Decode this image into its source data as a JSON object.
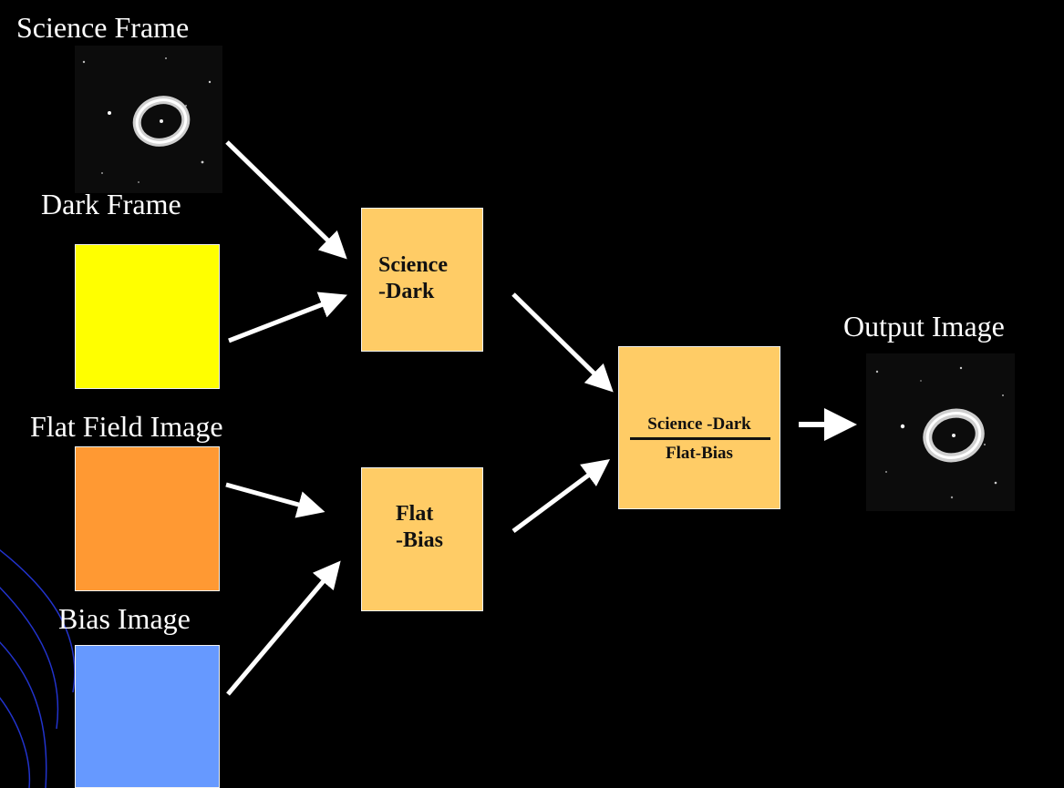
{
  "labels": {
    "science_frame": "Science Frame",
    "dark_frame": "Dark Frame",
    "flat_field_image": "Flat Field Image",
    "bias_image": "Bias Image",
    "output_image": "Output Image"
  },
  "process_boxes": {
    "science_minus_dark": {
      "line1": "Science",
      "line2": "-Dark"
    },
    "flat_minus_bias": {
      "line1": "Flat",
      "line2": "-Bias"
    },
    "final": {
      "numerator": "Science -Dark",
      "denominator": "Flat-Bias"
    }
  },
  "images": {
    "science_frame": {
      "depicts": "ring nebula grayscale photograph"
    },
    "output_image": {
      "depicts": "ring nebula grayscale photograph, corrected"
    }
  },
  "colors": {
    "background": "#000000",
    "dark_frame": "#FFFF00",
    "flat_field": "#FF9933",
    "bias": "#6699FF",
    "process_box": "#FFCC66",
    "arrow": "#FFFFFF",
    "text": "#FFFFFF",
    "decor_curve": "#2233CC"
  },
  "icons": {
    "flow_arrow": "arrow-icon"
  }
}
